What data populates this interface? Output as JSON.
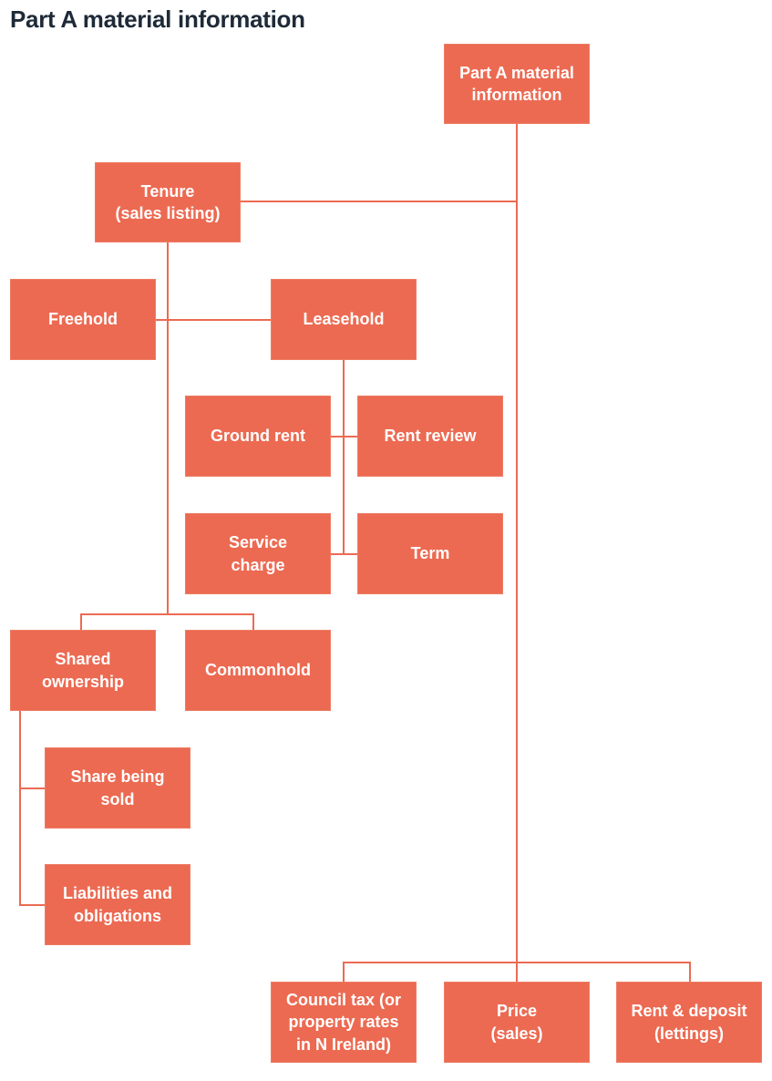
{
  "title": "Part A material information",
  "colors": {
    "node_fill": "#EC6A52",
    "node_border": "#EE7C63",
    "node_text": "#FFFFFF",
    "connector": "#EC6A52",
    "title_text": "#1E2A38",
    "background": "#FFFFFF"
  },
  "nodes": {
    "part_a": {
      "label": "Part A material\ninformation"
    },
    "tenure": {
      "label": "Tenure\n(sales listing)"
    },
    "freehold": {
      "label": "Freehold"
    },
    "leasehold": {
      "label": "Leasehold"
    },
    "ground_rent": {
      "label": "Ground rent"
    },
    "rent_review": {
      "label": "Rent review"
    },
    "service_charge": {
      "label": "Service\ncharge"
    },
    "term": {
      "label": "Term"
    },
    "shared_ownership": {
      "label": "Shared\nownership"
    },
    "commonhold": {
      "label": "Commonhold"
    },
    "share_being_sold": {
      "label": "Share being\nsold"
    },
    "liabilities_obligations": {
      "label": "Liabilities and\nobligations"
    },
    "council_tax": {
      "label": "Council tax (or\nproperty rates\nin N Ireland)"
    },
    "price": {
      "label": "Price\n(sales)"
    },
    "rent_deposit": {
      "label": "Rent & deposit\n(lettings)"
    }
  },
  "edges": [
    {
      "from": "part_a",
      "to": "tenure"
    },
    {
      "from": "tenure",
      "to": "freehold"
    },
    {
      "from": "tenure",
      "to": "leasehold"
    },
    {
      "from": "leasehold",
      "to": "ground_rent"
    },
    {
      "from": "leasehold",
      "to": "rent_review"
    },
    {
      "from": "leasehold",
      "to": "service_charge"
    },
    {
      "from": "leasehold",
      "to": "term"
    },
    {
      "from": "tenure",
      "to": "shared_ownership"
    },
    {
      "from": "tenure",
      "to": "commonhold"
    },
    {
      "from": "shared_ownership",
      "to": "share_being_sold"
    },
    {
      "from": "shared_ownership",
      "to": "liabilities_obligations"
    },
    {
      "from": "part_a",
      "to": "council_tax"
    },
    {
      "from": "part_a",
      "to": "price"
    },
    {
      "from": "part_a",
      "to": "rent_deposit"
    }
  ]
}
